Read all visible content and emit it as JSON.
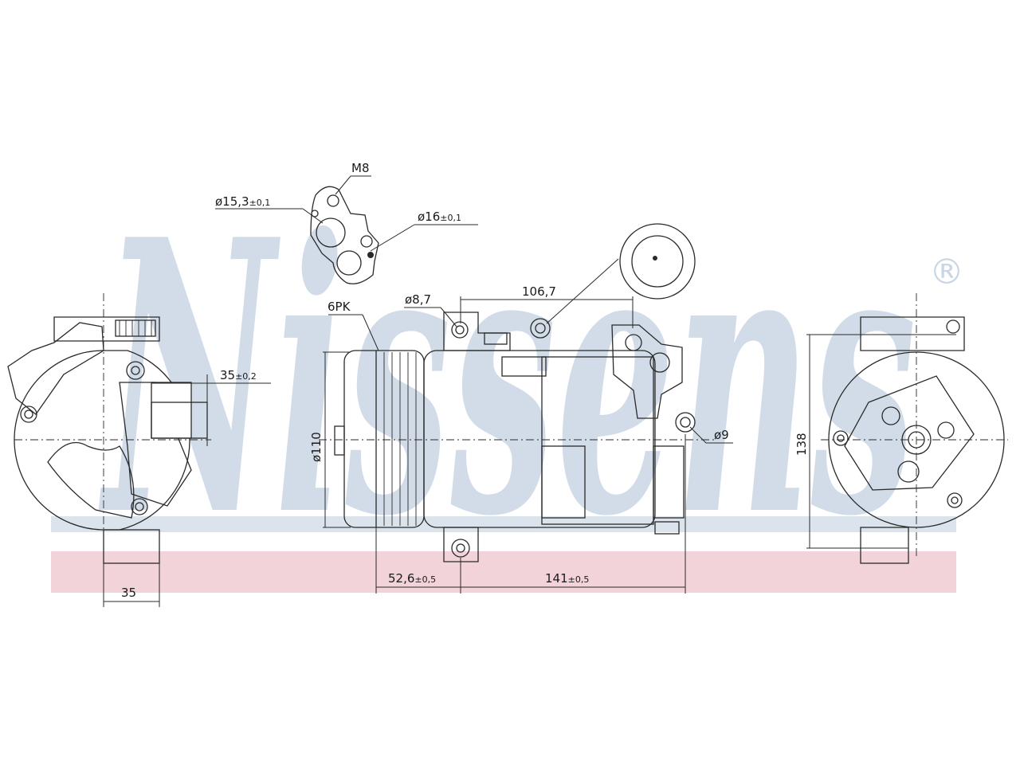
{
  "watermark": {
    "brand": "Nissens",
    "registered": "®",
    "brand_color": "#c9d6e4",
    "band_color": "#f2d3d9"
  },
  "labels": {
    "m8": "M8",
    "d15": "ø15,3",
    "d15_tol": "±0,1",
    "d16": "ø16",
    "d16_tol": "±0,1",
    "d87": "ø8,7",
    "d1067": "106,7",
    "pk": "6PK",
    "d35a": "35",
    "d35a_tol": "±0,2",
    "d110": "ø110",
    "d9": "ø9",
    "d138": "138",
    "d35b": "35",
    "d526": "52,6",
    "d526_tol": "±0,5",
    "d141": "141",
    "d141_tol": "±0,5"
  }
}
